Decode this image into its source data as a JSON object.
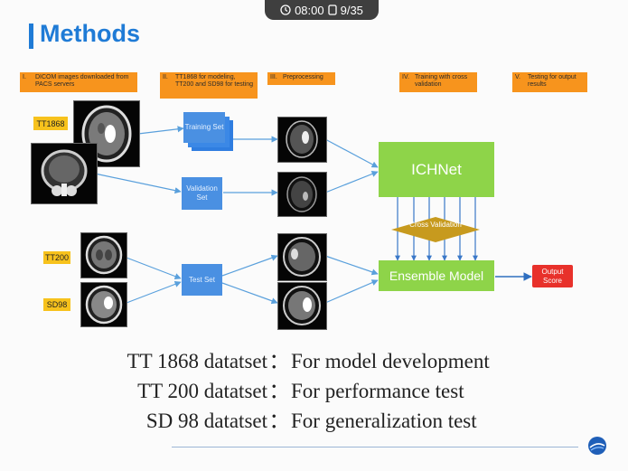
{
  "status": {
    "time": "08:00",
    "page": "9/35"
  },
  "slide": {
    "title": "Methods",
    "steps": [
      {
        "num": "I.",
        "text": "DICOM images downloaded from PACS servers"
      },
      {
        "num": "II.",
        "text": "TT1868 for modeling, TT200 and SD98 for testing"
      },
      {
        "num": "III.",
        "text": "Preprocessing"
      },
      {
        "num": "IV.",
        "text": "Training with cross validation"
      },
      {
        "num": "V.",
        "text": "Testing for output results"
      }
    ],
    "dataset_labels": {
      "tt1868": "TT1868",
      "tt200": "TT200",
      "sd98": "SD98"
    },
    "sets": {
      "training": "Training Set",
      "validation": "Validation Set",
      "test": "Test Set"
    },
    "ichnet": "ICHNet",
    "cross_validation": "Cross Validation",
    "ensemble": "Ensemble Model",
    "output": "Output Score",
    "datasets": [
      {
        "name": "TT 1868 datatset",
        "sep": "：",
        "desc": "For model development"
      },
      {
        "name": "TT 200 datatset",
        "sep": "：",
        "desc": "For performance test"
      },
      {
        "name": "SD 98 datatset",
        "sep": "：",
        "desc": "For generalization test"
      }
    ]
  },
  "colors": {
    "accent": "#1f7bd6",
    "step_orange": "#f7941d",
    "label_yellow": "#f7c21c",
    "set_blue": "#4a90e2",
    "model_green": "#8ed449",
    "cv_gold": "#c79a1e",
    "output_red": "#e8312b"
  }
}
